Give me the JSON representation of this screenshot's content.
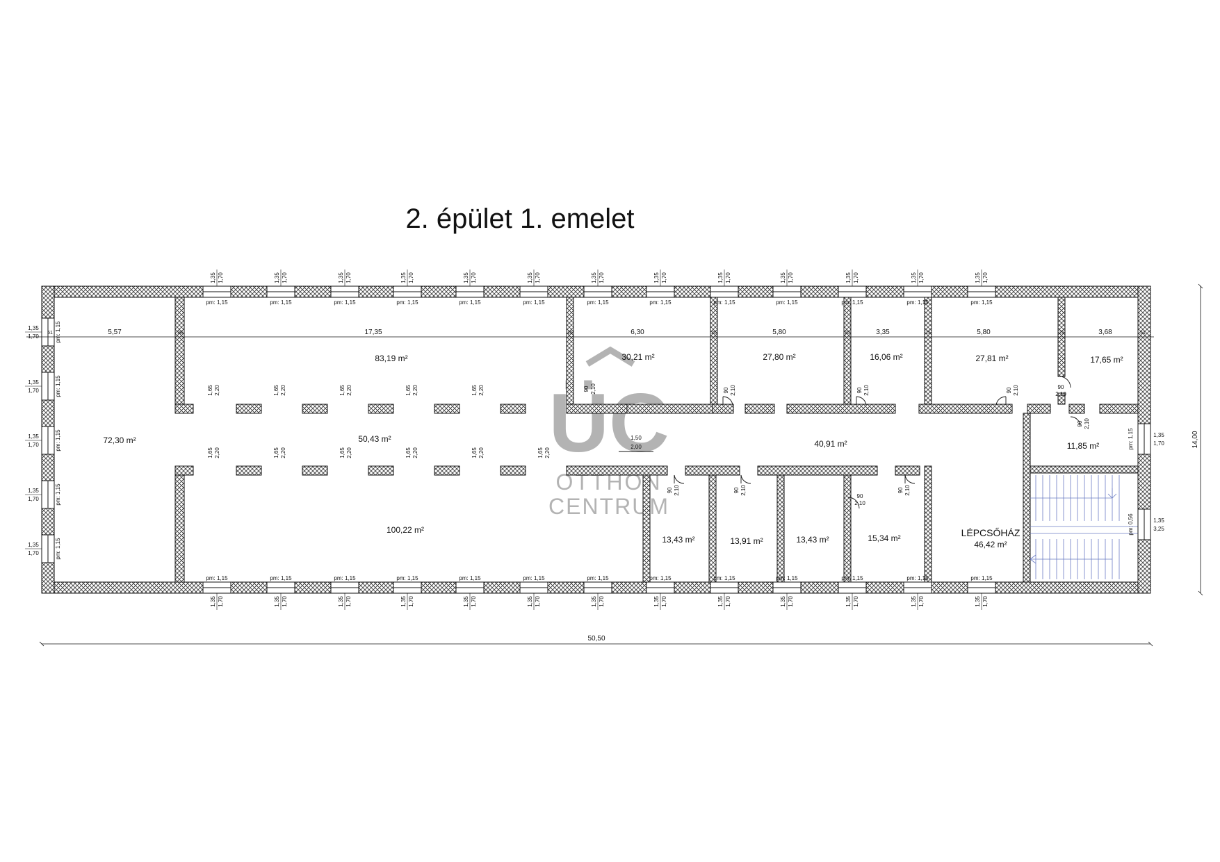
{
  "title": "2. épület 1. emelet",
  "watermark": {
    "mark": "ÜC",
    "line1": "OTTHON",
    "line2": "CENTRUM"
  },
  "dimensions": {
    "overall_width": "50,50",
    "overall_depth": "14,00",
    "top_segments": [
      "5,57",
      "17,35",
      "6,30",
      "5,80",
      "3,35",
      "5,80",
      "3,68"
    ],
    "wall_thicknesses": [
      "51",
      "38",
      "25",
      "25",
      "25",
      "25",
      "25",
      "51"
    ],
    "corridor_door": {
      "width": "1,50",
      "height": "2,00"
    }
  },
  "window_tag": {
    "width": "1,35",
    "height": "1,70",
    "sill": "pm: 1,15"
  },
  "stair_window": {
    "width": "1,35",
    "height": "3,25",
    "sill": "pm: 0,56"
  },
  "opening_tag": {
    "width": "1,65",
    "height": "2,20"
  },
  "door_tag": {
    "width": "90",
    "height": "2,10"
  },
  "rooms": [
    {
      "id": "west-hall",
      "area": "72,30 m²"
    },
    {
      "id": "north-hall",
      "area": "83,19 m²"
    },
    {
      "id": "central-hall",
      "area": "50,43 m²"
    },
    {
      "id": "south-hall",
      "area": "100,22 m²"
    },
    {
      "id": "room-n1",
      "area": "30,21 m²"
    },
    {
      "id": "room-n2",
      "area": "27,80 m²"
    },
    {
      "id": "room-n3",
      "area": "16,06 m²"
    },
    {
      "id": "room-n4",
      "area": "27,81 m²"
    },
    {
      "id": "room-n5",
      "area": "17,65 m²"
    },
    {
      "id": "corridor",
      "area": "40,91 m²"
    },
    {
      "id": "room-e1",
      "area": "11,85 m²"
    },
    {
      "id": "room-s1",
      "area": "13,43 m²"
    },
    {
      "id": "room-s2",
      "area": "13,91 m²"
    },
    {
      "id": "room-s3",
      "area": "13,43 m²"
    },
    {
      "id": "room-s4",
      "area": "15,34 m²"
    },
    {
      "id": "staircase",
      "name": "LÉPCSŐHÁZ",
      "area": "46,42 m²"
    }
  ]
}
